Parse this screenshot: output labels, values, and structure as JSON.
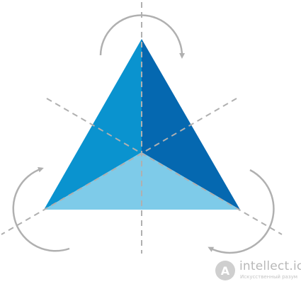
{
  "diagram": {
    "colors": {
      "left_face": "#0a93cf",
      "right_face": "#0568b0",
      "bottom_face": "#7ecbe9",
      "symmetry_axes": "#b0b0b0",
      "rotation_arrows": "#b0b0b0"
    },
    "symmetry_axis_count": 3,
    "rotation_arrow_count": 3
  },
  "watermark": {
    "site": "intellect.icu",
    "tagline": "Искусственный разум",
    "logo_letter": "A",
    "logo_color": "#cfcfcf"
  }
}
